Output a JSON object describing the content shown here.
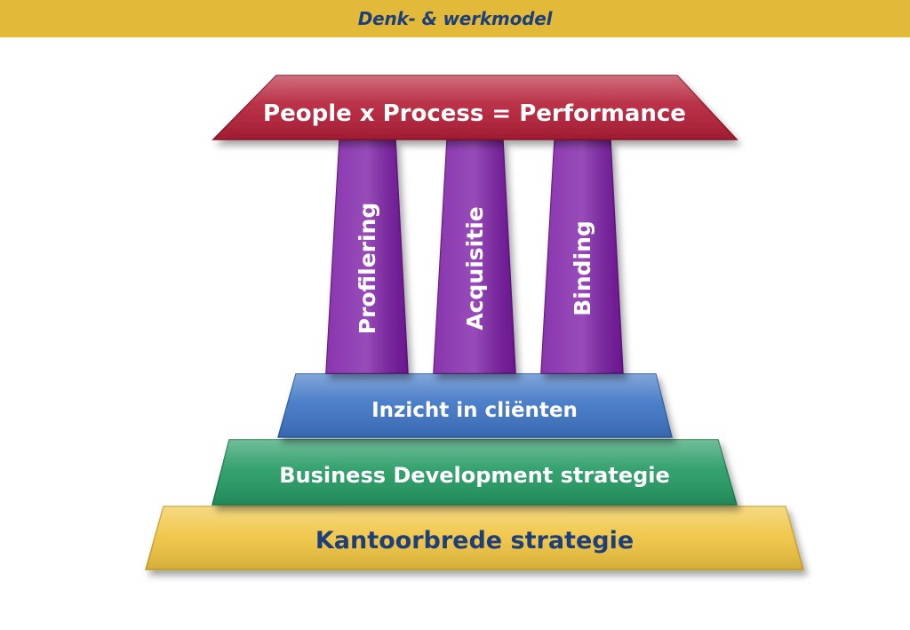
{
  "header": {
    "title": "Denk- & werkmodel"
  },
  "diagram": {
    "roof": {
      "label": "People x Process = Performance",
      "color": "#b41f37"
    },
    "pillars": [
      {
        "label": "Profilering",
        "color": "#7a1aa4"
      },
      {
        "label": "Acquisitie",
        "color": "#7a1aa4"
      },
      {
        "label": "Binding",
        "color": "#7a1aa4"
      }
    ],
    "base_layers": [
      {
        "label": "Inzicht in cliënten",
        "color": "#3d74c4"
      },
      {
        "label": "Business Development strategie",
        "color": "#249a63"
      },
      {
        "label": "Kantoorbrede strategie",
        "color": "#f0c440"
      }
    ]
  }
}
